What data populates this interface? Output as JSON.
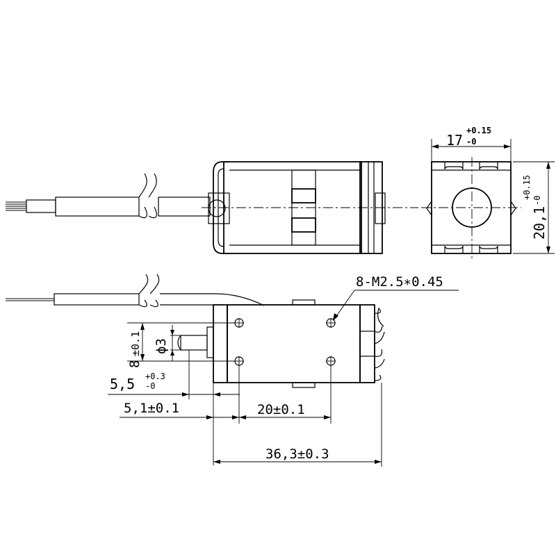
{
  "drawing": {
    "top_view": {
      "width_dim": {
        "value": "17",
        "tol_upper": "+0.15",
        "tol_lower": "-0"
      },
      "height_dim": {
        "value": "20,1",
        "tol_upper": "+0.15",
        "tol_lower": "-0"
      }
    },
    "side_view": {
      "mount_holes": "8-M2.5∗0.45",
      "hole_pitch_dim": {
        "value": "8",
        "tol": "±0.1"
      },
      "plunger_dia": "ϕ3",
      "plunger_offset_dim": {
        "value": "5,5",
        "tol_upper": "+0.3",
        "tol_lower": "-0"
      },
      "hole_offset_dim": "5,1±0.1",
      "hole_spacing_dim": "20±0.1",
      "overall_length_dim": "36,3±0.3"
    }
  }
}
